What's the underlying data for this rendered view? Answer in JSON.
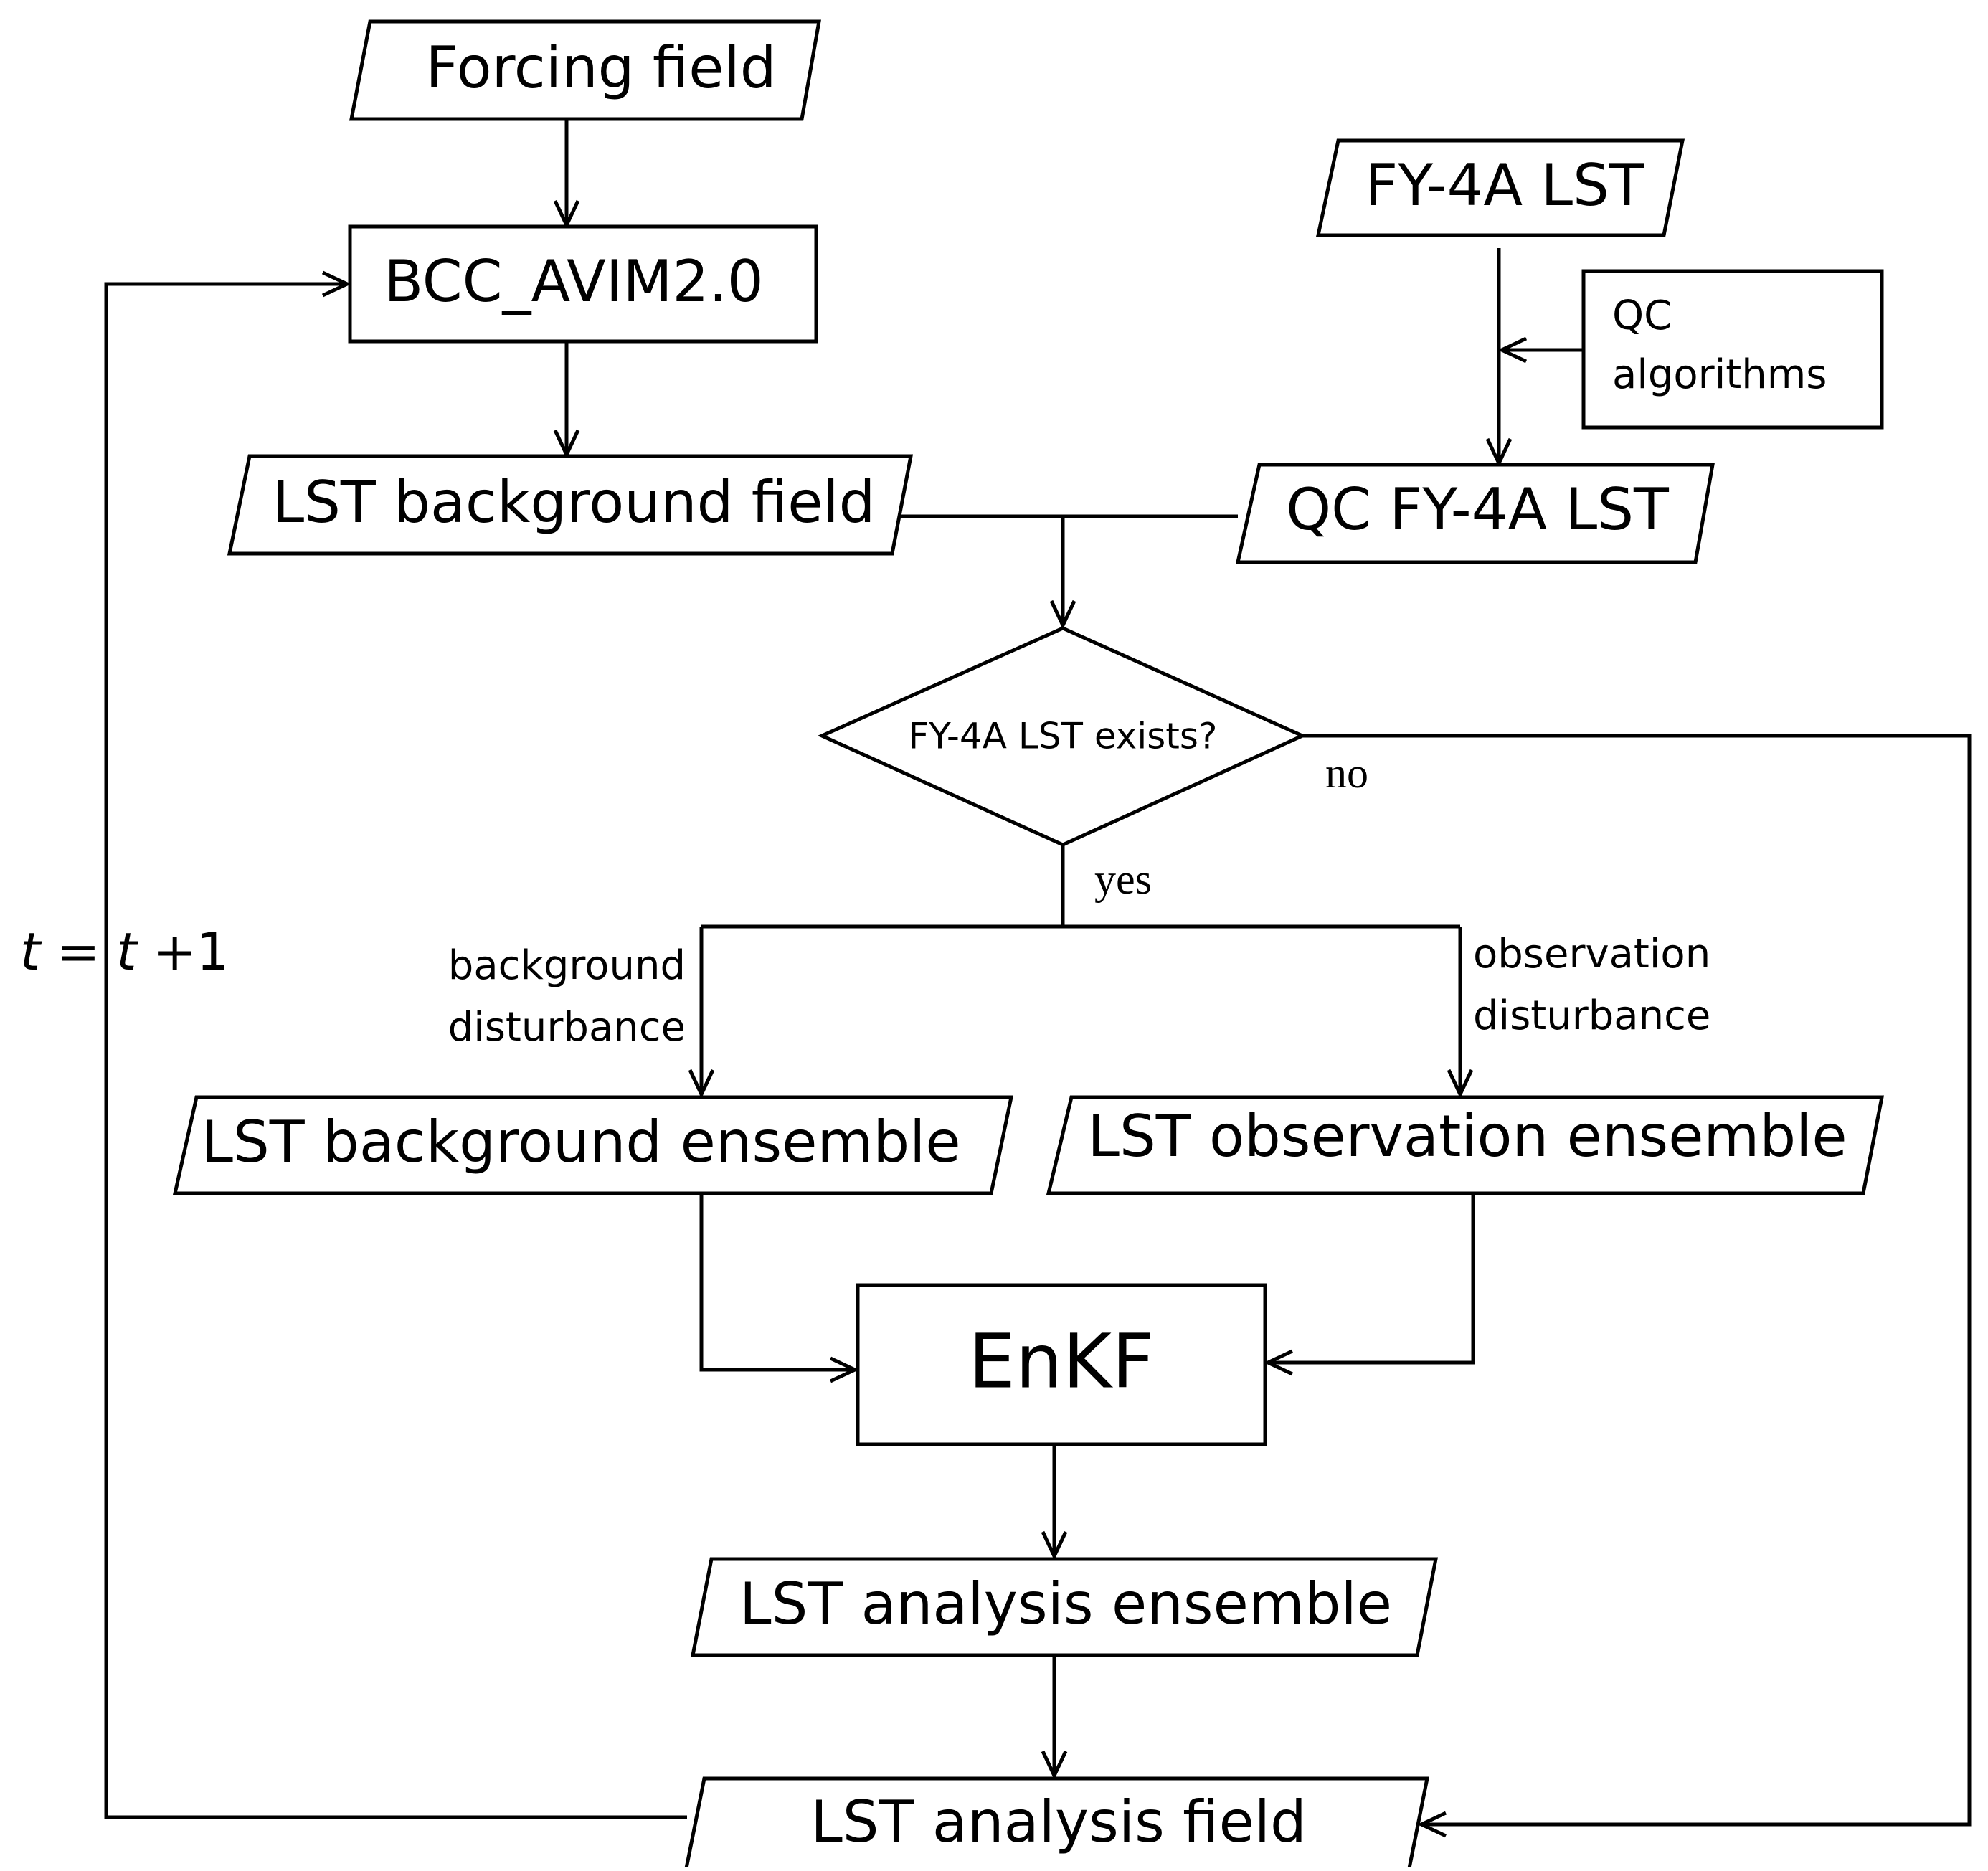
{
  "colors": {
    "stroke": "#000000",
    "background": "#ffffff",
    "text": "#000000"
  },
  "nodes": {
    "forcing_field": "Forcing field",
    "bcc_avim": "BCC_AVIM2.0",
    "lst_background_field": "LST background field",
    "fy4a_lst": "FY-4A LST",
    "qc_algorithms_line1": "QC",
    "qc_algorithms_line2": "algorithms",
    "qc_fy4a_lst": "QC FY-4A LST",
    "decision": "FY-4A LST exists?",
    "lst_background_ensemble": "LST background ensemble",
    "lst_observation_ensemble": "LST observation ensemble",
    "enkf": "EnKF",
    "lst_analysis_ensemble": "LST analysis ensemble",
    "lst_analysis_field": "LST analysis field"
  },
  "labels": {
    "no": "no",
    "yes": "yes",
    "background_disturbance_line1": "background",
    "background_disturbance_line2": "disturbance",
    "observation_disturbance_line1": "observation",
    "observation_disturbance_line2": "disturbance",
    "loop_t_var": "t",
    "loop_equals": " = ",
    "loop_t_var2": "t",
    "loop_plus": " +1"
  }
}
